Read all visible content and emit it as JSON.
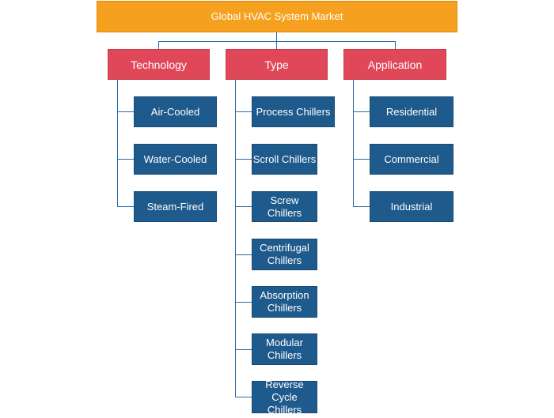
{
  "root": {
    "label": "Global HVAC System Market"
  },
  "categories": [
    {
      "label": "Technology",
      "items": [
        "Air-Cooled",
        "Water-Cooled",
        "Steam-Fired"
      ]
    },
    {
      "label": "Type",
      "items": [
        "Process Chillers",
        "Scroll Chillers",
        "Screw Chillers",
        "Centrifugal\nChillers",
        "Absorption\nChillers",
        "Modular\nChillers",
        "Reverse Cycle\nChillers"
      ]
    },
    {
      "label": "Application",
      "items": [
        "Residential",
        "Commercial",
        "Industrial"
      ]
    }
  ],
  "colors": {
    "root": "#f5a01e",
    "category": "#e0485a",
    "leaf": "#1f5a8c",
    "connector": "#2a6aa8"
  }
}
